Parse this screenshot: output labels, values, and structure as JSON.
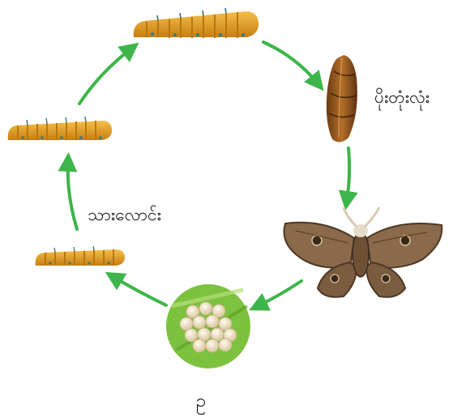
{
  "diagram": {
    "labels": {
      "pupa": "ပိုးတုံးလုံး",
      "larva": "သားလောင်း",
      "egg": "ဥ"
    },
    "colors": {
      "arrow": "#3db54a",
      "caterpillar_body": "#e8a21c",
      "caterpillar_band": "#b9760f",
      "caterpillar_spot": "#2a7f8a",
      "cocoon": "#9a5a1e",
      "moth_wing": "#8a6a4a",
      "moth_wing_dark": "#4e3826",
      "egg_background": "#7cc23e",
      "egg": "#efe3c2"
    },
    "stages": [
      "egg",
      "larva",
      "larva",
      "larva",
      "pupa",
      "adult"
    ]
  }
}
